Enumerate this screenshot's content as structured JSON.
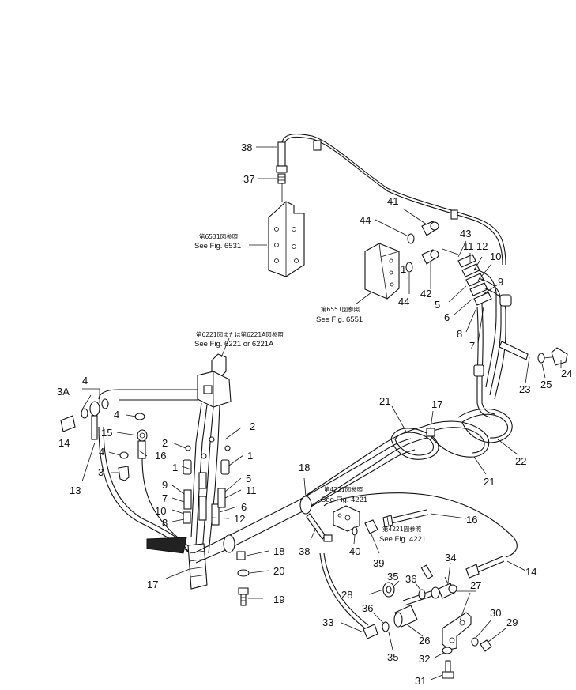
{
  "labels": {
    "p3A": "3A",
    "p14a": "14",
    "p13": "13",
    "p4a": "4",
    "p4b": "4",
    "p4c": "4",
    "p15": "15",
    "p16a": "16",
    "p3": "3",
    "p2a": "2",
    "p2b": "2",
    "p1a": "1",
    "p1b": "1",
    "p9a": "9",
    "p7a": "7",
    "p10a": "10",
    "p8a": "8",
    "p5a": "5",
    "p11a": "11",
    "p6a": "6",
    "p12a": "12",
    "p17a": "17",
    "p18a": "18",
    "p18b": "18",
    "p20": "20",
    "p19": "19",
    "p38a": "38",
    "p37": "37",
    "p38b": "38",
    "p41": "41",
    "p44a": "44",
    "p1c": "1",
    "p44b": "44",
    "p42": "42",
    "p43": "43",
    "p11b": "11",
    "p12b": "12",
    "p10b": "10",
    "p9b": "9",
    "p5b": "5",
    "p6b": "6",
    "p8b": "8",
    "p7b": "7",
    "p21a": "21",
    "p17b": "17",
    "p22": "22",
    "p21b": "21",
    "p23": "23",
    "p25": "25",
    "p24": "24",
    "p16b": "16",
    "p40": "40",
    "p39": "39",
    "p34": "34",
    "p14b": "14",
    "p35a": "35",
    "p36a": "36",
    "p28": "28",
    "p27": "27",
    "p36b": "36",
    "p33": "33",
    "p26": "26",
    "p35b": "35",
    "p30": "30",
    "p29": "29",
    "p32": "32",
    "p31": "31"
  },
  "refs": {
    "fig6531_jp": "第6531図参照",
    "fig6531": "See Fig. 6531",
    "fig6551_jp": "第6551図参照",
    "fig6551": "See Fig. 6551",
    "fig6221_jp": "第6221図または第6221A図参照",
    "fig6221": "See Fig. 6221  or 6221A",
    "fig4221a_jp": "第4221図参照",
    "fig4221a": "See Fig. 4221",
    "fig4221b_jp": "第4221図参照",
    "fig4221b": "See Fig. 4221"
  }
}
